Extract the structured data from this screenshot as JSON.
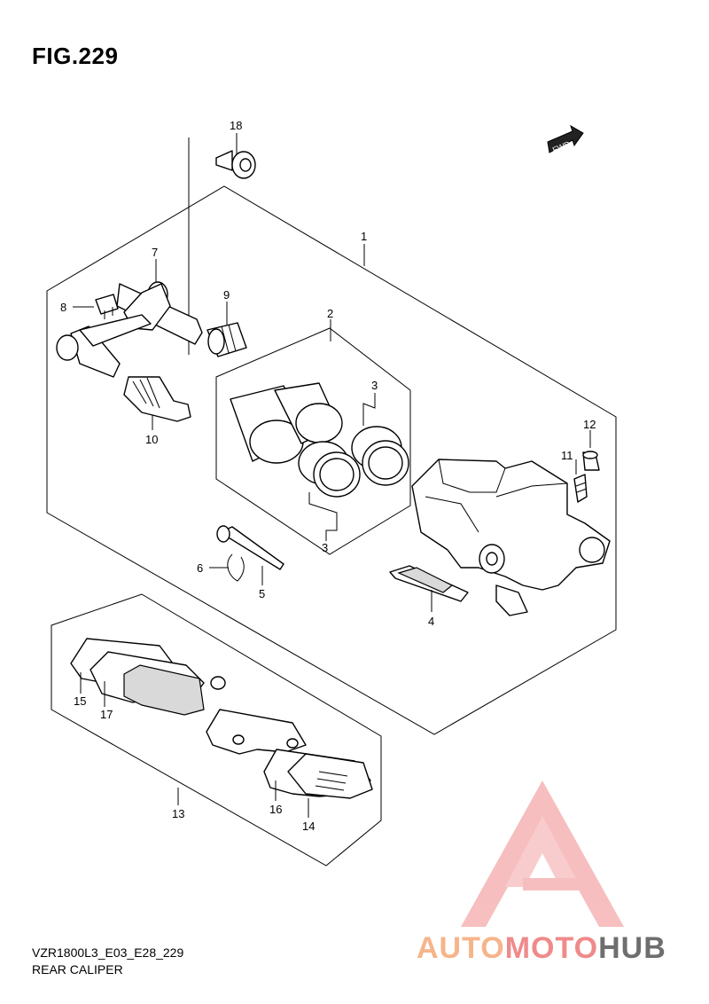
{
  "figure": {
    "title": "FIG.229",
    "model_code": "VZR1800L3_E03_E28_229",
    "section_name": "REAR CALIPER",
    "fwd_label": "FWD"
  },
  "parts": [
    {
      "id": "p1",
      "label": "1"
    },
    {
      "id": "p2",
      "label": "2"
    },
    {
      "id": "p3a",
      "label": "3"
    },
    {
      "id": "p3b",
      "label": "3"
    },
    {
      "id": "p4",
      "label": "4"
    },
    {
      "id": "p5",
      "label": "5"
    },
    {
      "id": "p6",
      "label": "6"
    },
    {
      "id": "p7",
      "label": "7"
    },
    {
      "id": "p8",
      "label": "8"
    },
    {
      "id": "p9",
      "label": "9"
    },
    {
      "id": "p10",
      "label": "10"
    },
    {
      "id": "p11",
      "label": "11"
    },
    {
      "id": "p12",
      "label": "12"
    },
    {
      "id": "p13",
      "label": "13"
    },
    {
      "id": "p14",
      "label": "14"
    },
    {
      "id": "p15",
      "label": "15"
    },
    {
      "id": "p16",
      "label": "16"
    },
    {
      "id": "p17",
      "label": "17"
    },
    {
      "id": "p18",
      "label": "18"
    }
  ],
  "watermark": {
    "part1": "AUTO",
    "part2": "MOTO",
    "part3": "HUB",
    "color_orange": "#f6b48a",
    "color_red": "#f08a8a",
    "color_gray": "#6e6e6e"
  }
}
